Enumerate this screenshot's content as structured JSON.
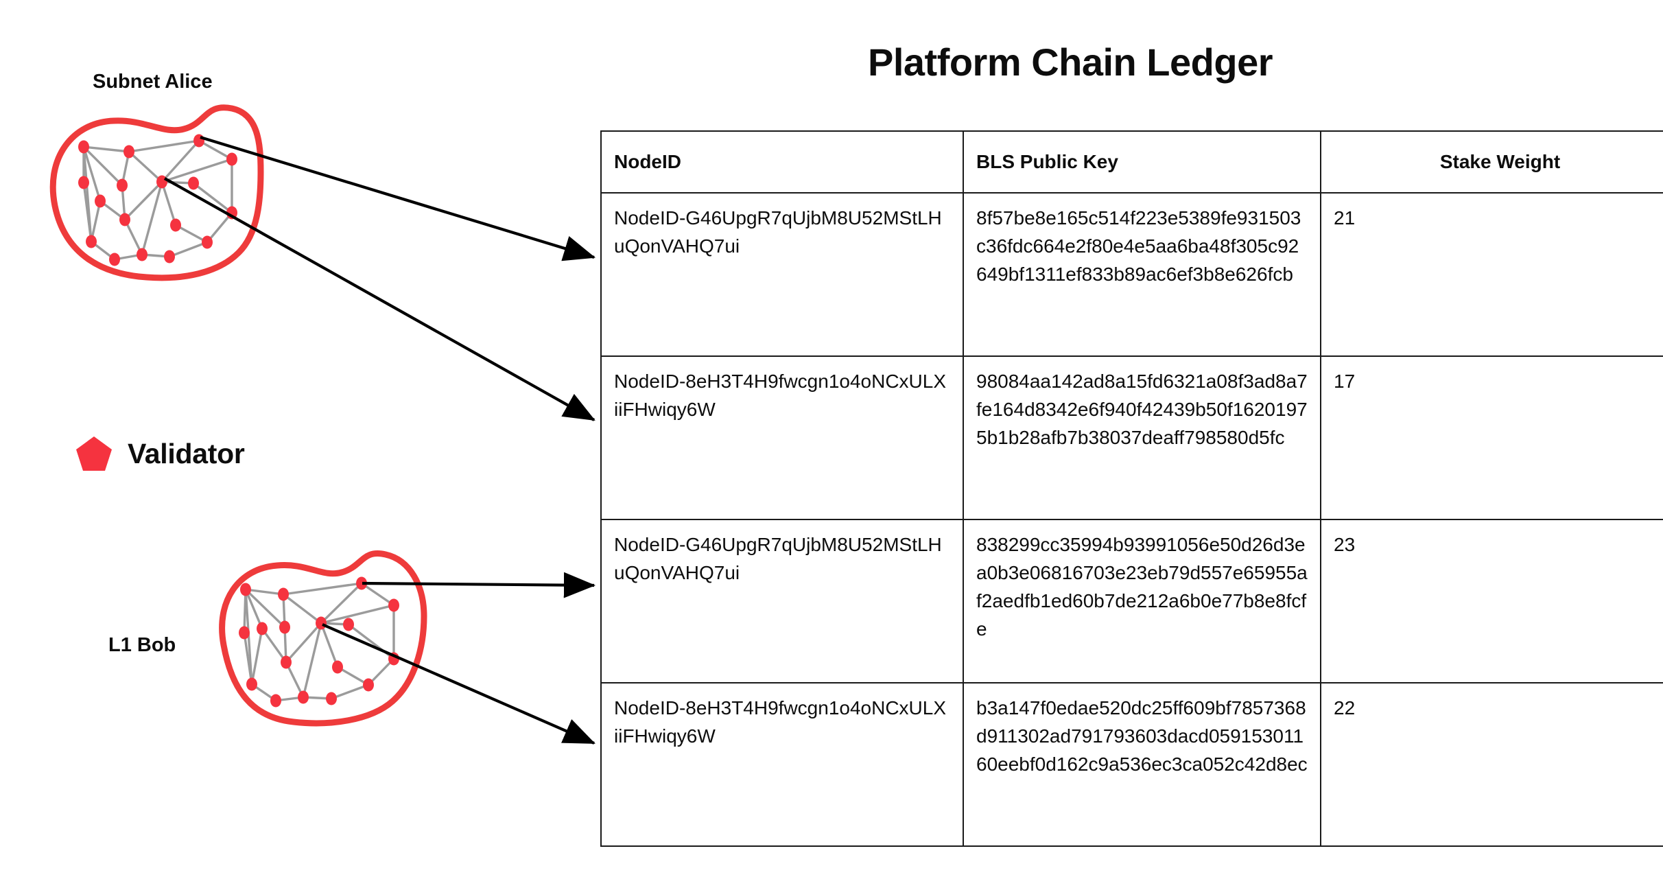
{
  "title": "Platform Chain Ledger",
  "diagram": {
    "subnet_label": "Subnet Alice",
    "l1_label": "L1 Bob",
    "legend": {
      "icon": "pentagon-icon",
      "label": "Validator"
    },
    "colors": {
      "validator_red": "#F5333F",
      "blob_outline": "#EE3B3B",
      "edge_gray": "#9B9B9B",
      "arrow_black": "#000000",
      "text": "#0D0D0D"
    }
  },
  "table": {
    "columns": [
      {
        "label": "NodeID",
        "align": "left"
      },
      {
        "label": "BLS Public Key",
        "align": "left"
      },
      {
        "label": "Stake Weight",
        "align": "center"
      }
    ],
    "rows": [
      {
        "node_id": "NodeID-G46UpgR7qUjbM8U52MStLHuQonVAHQ7ui",
        "bls_public_key": "8f57be8e165c514f223e5389fe931503c36fdc664e2f80e4e5aa6ba48f305c92649bf1311ef833b89ac6ef3b8e626fcb",
        "stake_weight": "21"
      },
      {
        "node_id": "NodeID-8eH3T4H9fwcgn1o4oNCxULXiiFHwiqy6W",
        "bls_public_key": "98084aa142ad8a15fd6321a08f3ad8a7fe164d8342e6f940f42439b50f16201975b1b28afb7b38037deaff798580d5fc",
        "stake_weight": "17"
      },
      {
        "node_id": "NodeID-G46UpgR7qUjbM8U52MStLHuQonVAHQ7ui",
        "bls_public_key": "838299cc35994b93991056e50d26d3ea0b3e06816703e23eb79d557e65955af2aedfb1ed60b7de212a6b0e77b8e8fcfe",
        "stake_weight": "23"
      },
      {
        "node_id": "NodeID-8eH3T4H9fwcgn1o4oNCxULXiiFHwiqy6W",
        "bls_public_key": "b3a147f0edae520dc25ff609bf7857368d911302ad791793603dacd05915301160eebf0d162c9a536ec3ca052c42d8ec",
        "stake_weight": "22"
      }
    ]
  }
}
